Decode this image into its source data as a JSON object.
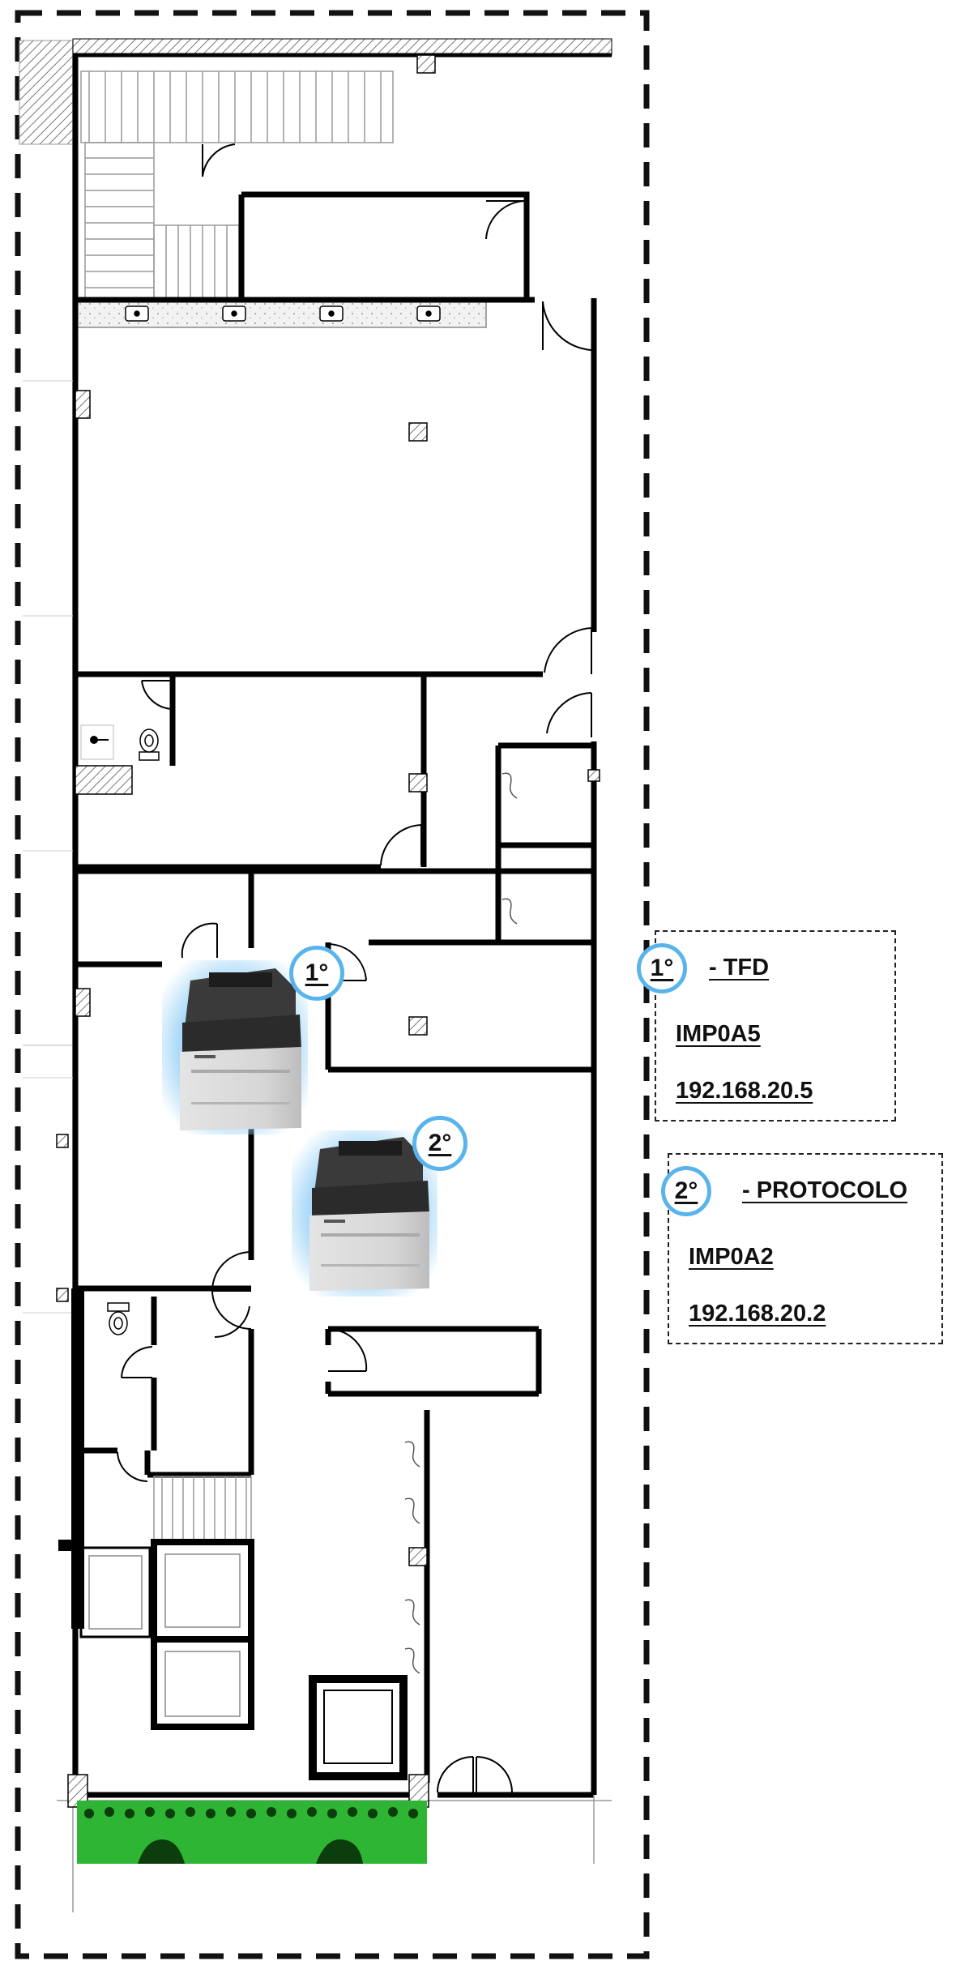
{
  "printers": [
    {
      "number": "1°",
      "name": "- TFD",
      "id": "IMP0A5",
      "ip": "192.168.20.5"
    },
    {
      "number": "2°",
      "name": "- PROTOCOLO",
      "id": "IMP0A2",
      "ip": "192.168.20.2"
    }
  ],
  "colors": {
    "wall": "#000000",
    "badge_ring": "#5ab4ec",
    "printer_glow": "#9ed4f7",
    "garden": "#2fb534",
    "garden_dark": "#0c3d0c",
    "column_fill": "#c9c9c9"
  }
}
